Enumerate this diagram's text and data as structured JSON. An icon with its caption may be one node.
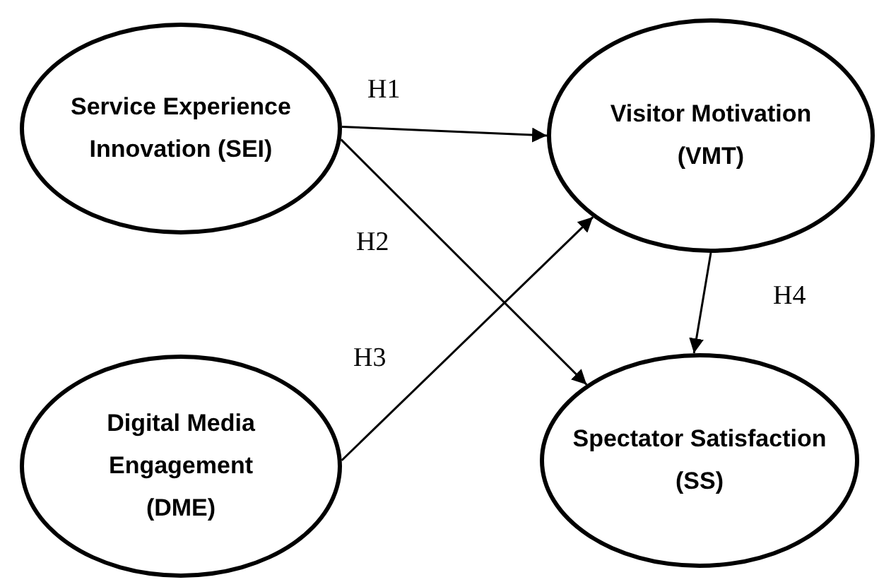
{
  "diagram": {
    "nodes": [
      {
        "text": [
          "Service Experience Innovation (SEI)"
        ]
      },
      {
        "text": [
          "Visitor Motivation (VMT)"
        ]
      },
      {
        "text": [
          "Digital Media Engagement (DME)"
        ]
      },
      {
        "text": [
          "Spectator Satisfaction (SS)"
        ]
      }
    ],
    "edges": [
      {
        "from": 0,
        "to": 1,
        "arrow": "to",
        "label": "H1"
      },
      {
        "from": 0,
        "to": 3,
        "arrow": "to",
        "label": "H2"
      },
      {
        "from": 2,
        "to": 1,
        "arrow": "to",
        "label": "H3"
      },
      {
        "from": 1,
        "to": 3,
        "arrow": "to",
        "label": "H4"
      }
    ]
  }
}
